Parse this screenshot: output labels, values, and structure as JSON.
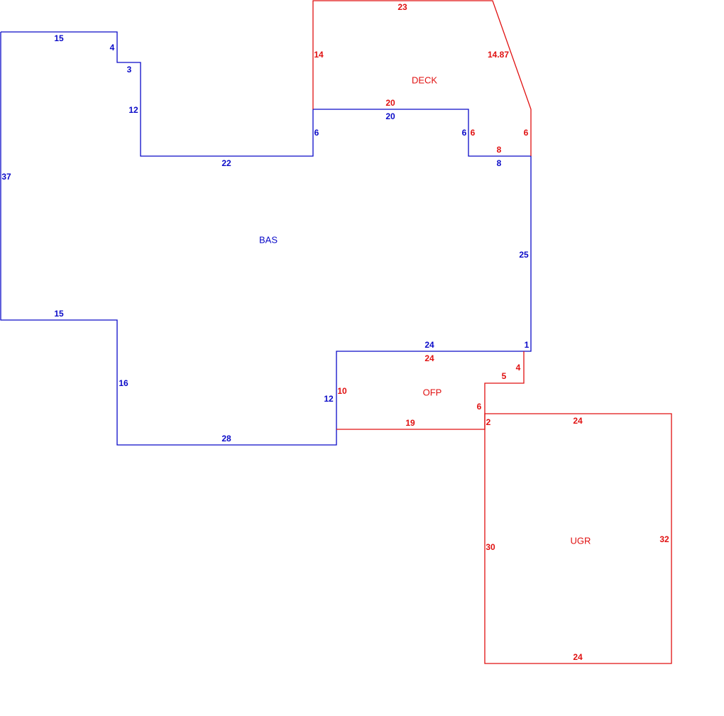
{
  "colors": {
    "bas": "#0a0ac8",
    "addition": "#e01010"
  },
  "areas": {
    "bas": {
      "name": "BAS",
      "dims": [
        "15",
        "4",
        "3",
        "12",
        "22",
        "6",
        "20",
        "6",
        "8",
        "25",
        "1",
        "24",
        "12",
        "28",
        "16",
        "15",
        "37"
      ]
    },
    "deck": {
      "name": "DECK",
      "dims": [
        "23",
        "14.87",
        "6",
        "8",
        "6",
        "20",
        "14"
      ]
    },
    "ofp": {
      "name": "OFP",
      "dims": [
        "24",
        "4",
        "5",
        "6",
        "19",
        "10"
      ]
    },
    "ugr": {
      "name": "UGR",
      "dims": [
        "24",
        "32",
        "24",
        "30",
        "2"
      ]
    }
  }
}
